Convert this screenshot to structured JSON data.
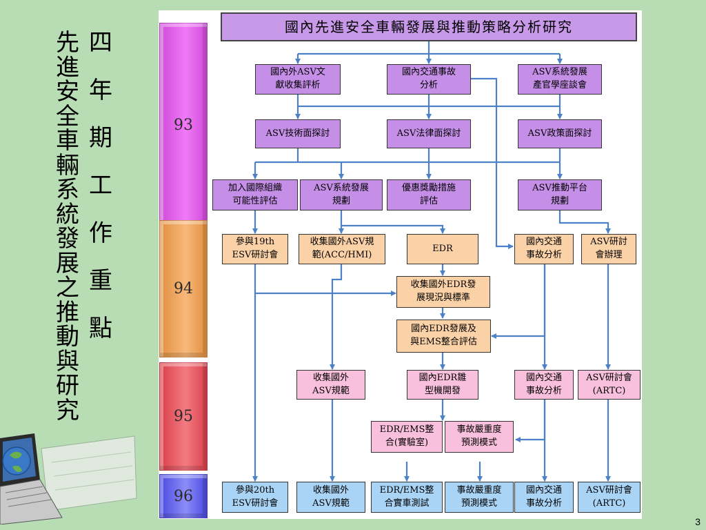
{
  "slide": {
    "title_col1": "先進安全車輛系統發展之推動與研究",
    "title_col2": "四年期工作重點",
    "page_number": "3"
  },
  "years": {
    "y93": "93",
    "y94": "94",
    "y95": "95",
    "y96": "96"
  },
  "nodes": {
    "main": "國內先進安全車輛發展與推動策略分析研究",
    "lit_review": "國內外ASV文\n獻收集評析",
    "accident_analysis_93": "國內交通事故\n分析",
    "forum": "ASV系統發展\n產官學座談會",
    "tech_review": "ASV技術面探討",
    "legal_review": "ASV法律面探討",
    "policy_review": "ASV政策面探討",
    "join_org": "加入國際組織\n可能性評估",
    "sys_plan": "ASV系統發展\n規劃",
    "incentive": "優惠獎勵措施\n評估",
    "platform": "ASV推動平台\n規劃",
    "esv19": "參與19th\nESV研討會",
    "asv_std_94": "收集國外ASV規\n範(ACC/HMI)",
    "edr": "EDR",
    "accident_analysis_94": "國內交通\n事故分析",
    "seminar_94": "ASV研討\n會辦理",
    "edr_collect": "收集國外EDR發\n展現況與標準",
    "edr_ems_eval": "國內EDR發展及\n與EMS整合評估",
    "asv_std_95": "收集國外\nASV規範",
    "edr_proto": "國內EDR雛\n型機開發",
    "accident_analysis_95": "國內交通\n事故分析",
    "seminar_95": "ASV研討會\n(ARTC)",
    "edr_ems_lab": "EDR/EMS整\n合(實驗室)",
    "severity_95": "事故嚴重度\n預測模式",
    "esv20": "參與20th\nESV研討會",
    "asv_std_96": "收集國外\nASV規範",
    "edr_ems_test": "EDR/EMS整\n合實車測試",
    "severity_96": "事故嚴重度\n預測模式",
    "accident_analysis_96": "國內交通\n事故分析",
    "seminar_96": "ASV研討會\n(ARTC)"
  },
  "colors": {
    "background": "#b8dcb4",
    "arrow": "#4d81c7",
    "purple_box": "#c58fe8",
    "orange_box": "#fbd2a8",
    "pink_box": "#f9c0dd",
    "blue_box": "#a9d4f6"
  },
  "icons": {
    "illustration": "laptop-globe-icon"
  }
}
